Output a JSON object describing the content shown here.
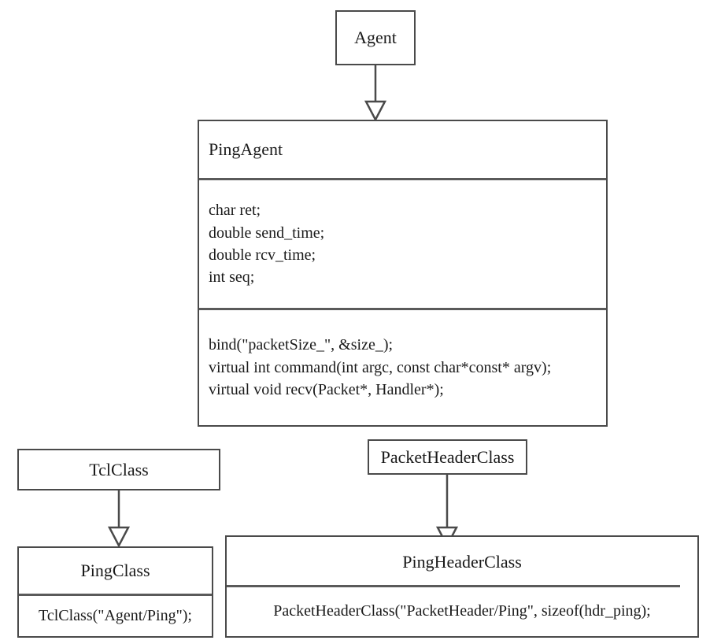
{
  "diagram": {
    "type": "uml-class-diagram",
    "title": "PingAgent NS-2 class structure",
    "stroke_color": "#4a4a4a",
    "background_color": "#ffffff",
    "text_color": "#1a1a1a"
  },
  "classes": {
    "agent": {
      "name": "Agent"
    },
    "ping_agent": {
      "name": "PingAgent",
      "attributes": [
        "char ret;",
        "double send_time;",
        "double rcv_time;",
        "int seq;"
      ],
      "operations": [
        "bind(\"packetSize_\", &size_);",
        "virtual int command(int argc, const char*const* argv);",
        "virtual void recv(Packet*, Handler*);"
      ]
    },
    "tcl_class": {
      "name": "TclClass"
    },
    "ping_class": {
      "name": "PingClass",
      "members": [
        "TclClass(\"Agent/Ping\");"
      ]
    },
    "packet_header_class": {
      "name": "PacketHeaderClass"
    },
    "ping_header_class": {
      "name": "PingHeaderClass",
      "members": [
        "PacketHeaderClass(\"PacketHeader/Ping\", sizeof(hdr_ping);"
      ]
    }
  },
  "relationships": [
    {
      "id": "agent-to-pingagent",
      "kind": "generalization",
      "from": "PingAgent",
      "to": "Agent"
    },
    {
      "id": "tclclass-to-pingclass",
      "kind": "generalization",
      "from": "PingClass",
      "to": "TclClass"
    },
    {
      "id": "packetheaderclass-to-pingheaderclass",
      "kind": "generalization",
      "from": "PingHeaderClass",
      "to": "PacketHeaderClass"
    }
  ]
}
